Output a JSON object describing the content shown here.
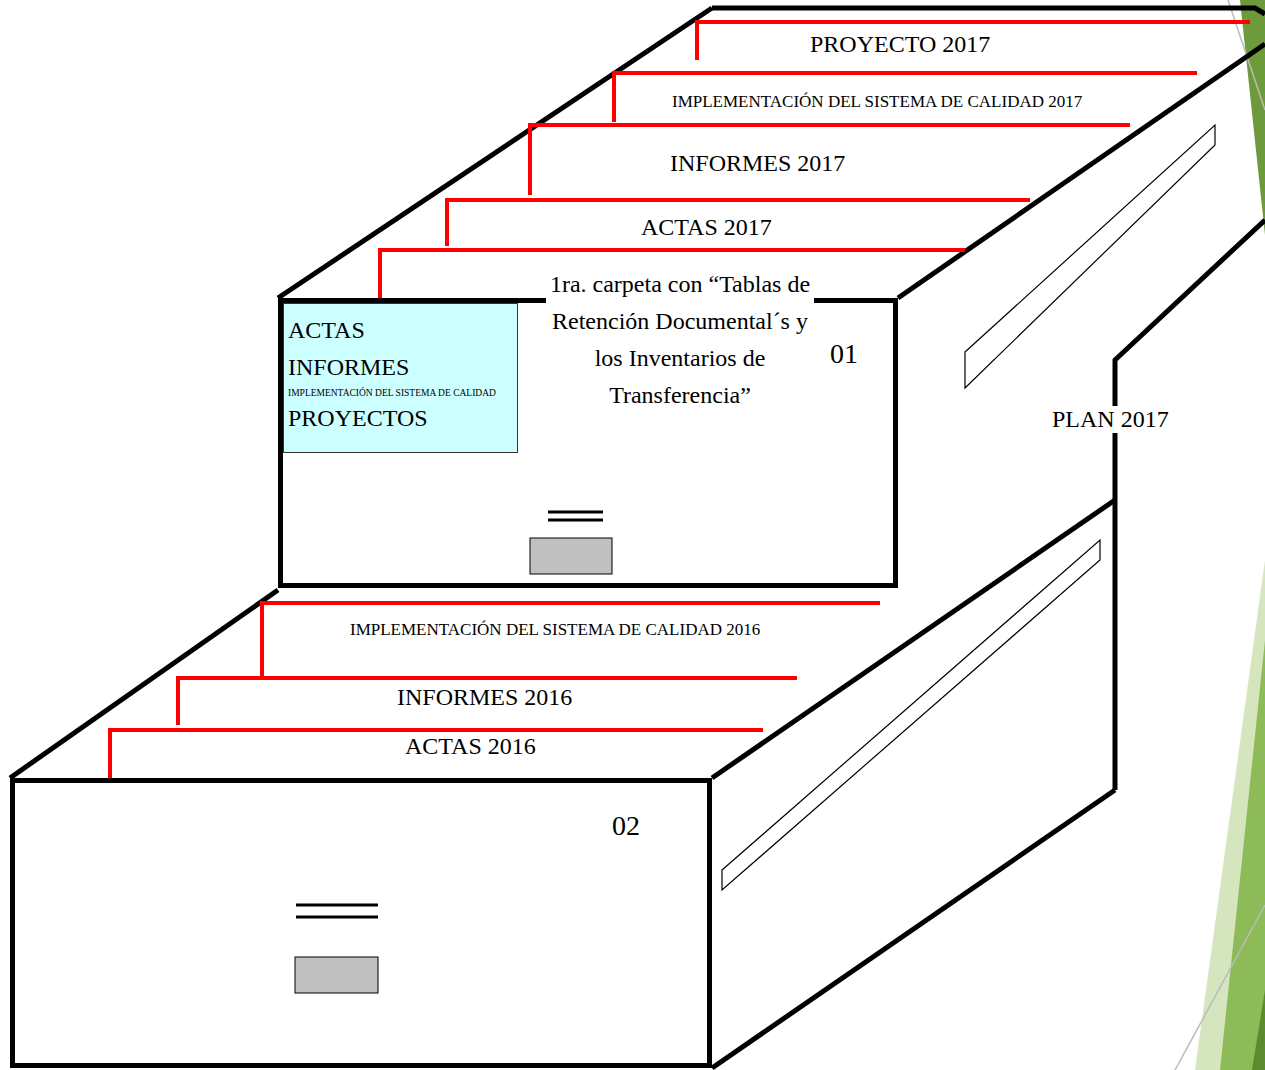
{
  "diagram": {
    "nodes": [
      {
        "text": [
          "01"
        ]
      },
      {
        "text": [
          "ACTAS",
          "INFORMES",
          "IMPLEMENTACIÓN DEL SISTEMA DE CALIDAD",
          "PROYECTOS"
        ],
        "in": 0
      },
      {
        "text": [
          "02"
        ]
      }
    ],
    "labels": [
      "PROYECTO 2017",
      "IMPLEMENTACIÓN DEL SISTEMA DE CALIDAD 2017",
      "INFORMES 2017",
      "ACTAS 2017",
      "1ra. carpeta con “Tablas de Retención Documental´s y los Inventarios de Transferencia”",
      "PLAN 2017",
      "IMPLEMENTACIÓN DEL SISTEMA DE CALIDAD 2016",
      "INFORMES 2016",
      "ACTAS 2016"
    ]
  }
}
